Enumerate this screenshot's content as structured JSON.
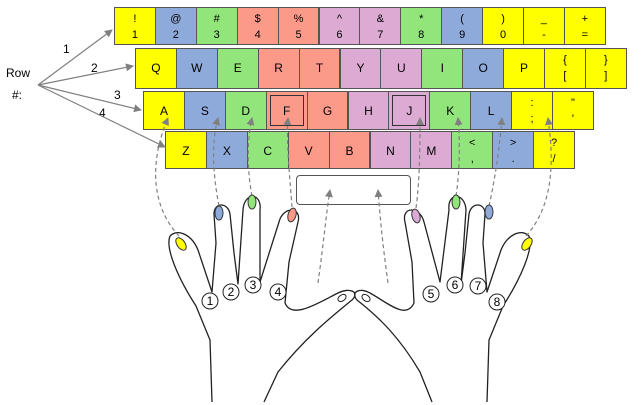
{
  "colors": {
    "yellow": "#ffff00",
    "blue": "#8eaadb",
    "green": "#92e57a",
    "red": "#fc9a8a",
    "pink": "#dcaad3",
    "line": "#808080"
  },
  "row_caption": {
    "line1": "Row",
    "line2": "#:"
  },
  "row_numbers": [
    "1",
    "2",
    "3",
    "4"
  ],
  "finger_numbers": [
    "1",
    "2",
    "3",
    "4",
    "5",
    "6",
    "7",
    "8"
  ],
  "rows": [
    [
      {
        "top": "!",
        "bot": "1",
        "color": "yellow"
      },
      {
        "top": "@",
        "bot": "2",
        "color": "blue"
      },
      {
        "top": "#",
        "bot": "3",
        "color": "green"
      },
      {
        "top": "$",
        "bot": "4",
        "color": "red"
      },
      {
        "top": "%",
        "bot": "5",
        "color": "red"
      },
      {
        "top": "^",
        "bot": "6",
        "color": "pink"
      },
      {
        "top": "&",
        "bot": "7",
        "color": "pink"
      },
      {
        "top": "*",
        "bot": "8",
        "color": "green"
      },
      {
        "top": "(",
        "bot": "9",
        "color": "blue"
      },
      {
        "top": ")",
        "bot": "0",
        "color": "yellow"
      },
      {
        "top": "_",
        "bot": "-",
        "color": "yellow"
      },
      {
        "top": "+",
        "bot": "=",
        "color": "yellow"
      }
    ],
    [
      {
        "label": "Q",
        "color": "yellow"
      },
      {
        "label": "W",
        "color": "blue"
      },
      {
        "label": "E",
        "color": "green"
      },
      {
        "label": "R",
        "color": "red"
      },
      {
        "label": "T",
        "color": "red"
      },
      {
        "label": "Y",
        "color": "pink"
      },
      {
        "label": "U",
        "color": "pink"
      },
      {
        "label": "I",
        "color": "green"
      },
      {
        "label": "O",
        "color": "blue"
      },
      {
        "label": "P",
        "color": "yellow"
      },
      {
        "top": "{",
        "bot": "[",
        "color": "yellow"
      },
      {
        "top": "}",
        "bot": "]",
        "color": "yellow"
      }
    ],
    [
      {
        "label": "A",
        "color": "yellow"
      },
      {
        "label": "S",
        "color": "blue"
      },
      {
        "label": "D",
        "color": "green"
      },
      {
        "label": "F",
        "color": "red",
        "homing": true
      },
      {
        "label": "G",
        "color": "red"
      },
      {
        "label": "H",
        "color": "pink"
      },
      {
        "label": "J",
        "color": "pink",
        "homing": true
      },
      {
        "label": "K",
        "color": "green"
      },
      {
        "label": "L",
        "color": "blue"
      },
      {
        "top": ":",
        "bot": ";",
        "color": "yellow"
      },
      {
        "top": "\"",
        "bot": "'",
        "color": "yellow"
      }
    ],
    [
      {
        "label": "Z",
        "color": "yellow"
      },
      {
        "label": "X",
        "color": "blue"
      },
      {
        "label": "C",
        "color": "green"
      },
      {
        "label": "V",
        "color": "red"
      },
      {
        "label": "B",
        "color": "red"
      },
      {
        "label": "N",
        "color": "pink"
      },
      {
        "label": "M",
        "color": "pink"
      },
      {
        "top": "<",
        "bot": ",",
        "color": "green"
      },
      {
        "top": ">",
        "bot": ".",
        "color": "blue"
      },
      {
        "top": "?",
        "bot": "/",
        "color": "yellow"
      }
    ]
  ],
  "fingertips": [
    {
      "color": "yellow"
    },
    {
      "color": "blue"
    },
    {
      "color": "green"
    },
    {
      "color": "red"
    },
    {
      "color": "pink"
    },
    {
      "color": "green"
    },
    {
      "color": "blue"
    },
    {
      "color": "yellow"
    }
  ]
}
